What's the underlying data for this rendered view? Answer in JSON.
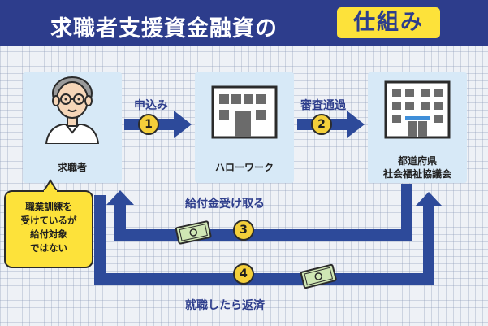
{
  "header": {
    "title": "求職者支援資金融資の",
    "title_highlight": "仕組み"
  },
  "nodes": {
    "job_seeker": "求職者",
    "hello_work": "ハローワーク",
    "council_line1": "都道府県",
    "council_line2": "社会福祉協議会"
  },
  "flows": [
    {
      "step": "1",
      "label": "申込み"
    },
    {
      "step": "2",
      "label": "審査通過"
    },
    {
      "step": "3",
      "label": "給付金受け取る"
    },
    {
      "step": "4",
      "label": "就職したら返済"
    }
  ],
  "note": {
    "lines": [
      "職業訓練を",
      "受けているが",
      "給付対象",
      "ではない"
    ]
  },
  "colors": {
    "header_bg": "#2d3d8c",
    "arrow": "#2d4a9a",
    "node_bg": "#d7e9f7",
    "highlight": "#fde23a",
    "step_badge": "#f4cf3a",
    "money": "#cfe6b4"
  }
}
